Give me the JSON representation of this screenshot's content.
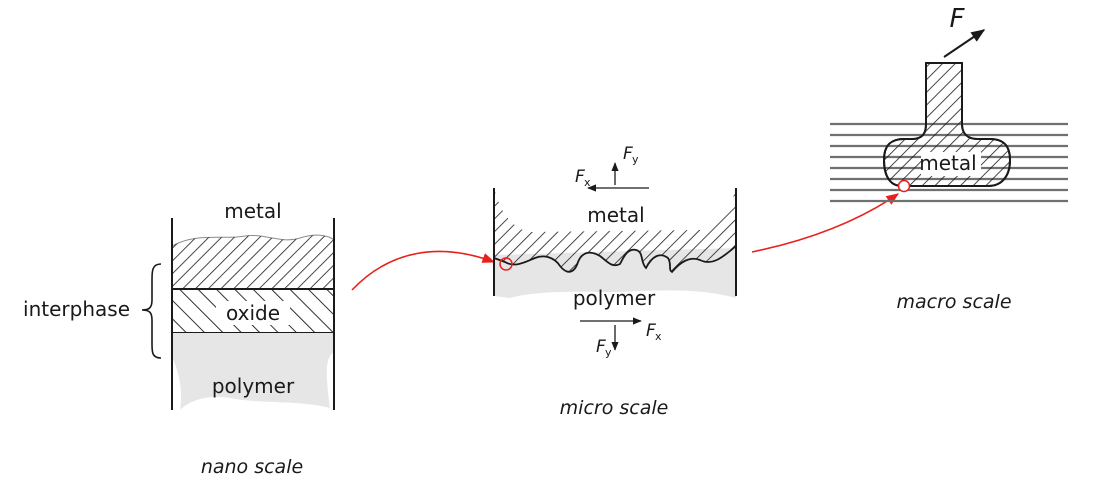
{
  "nano": {
    "metal_label": "metal",
    "oxide_label": "oxide",
    "polymer_label": "polymer",
    "interphase_label": "interphase",
    "caption": "nano scale"
  },
  "micro": {
    "metal_label": "metal",
    "polymer_label": "polymer",
    "caption": "micro scale",
    "force_symbol": "F",
    "sub_x": "x",
    "sub_y": "y"
  },
  "macro": {
    "metal_label": "metal",
    "caption": "macro scale",
    "force_label": "F"
  },
  "colors": {
    "stroke": "#1a1a1a",
    "polymer_fill": "#e6e6e6",
    "pointer": "#e8201c",
    "fiber": "#707070"
  },
  "icons": [
    "brace",
    "hatch-pattern",
    "force-arrow",
    "callout-arrow",
    "magnifier-circle"
  ]
}
